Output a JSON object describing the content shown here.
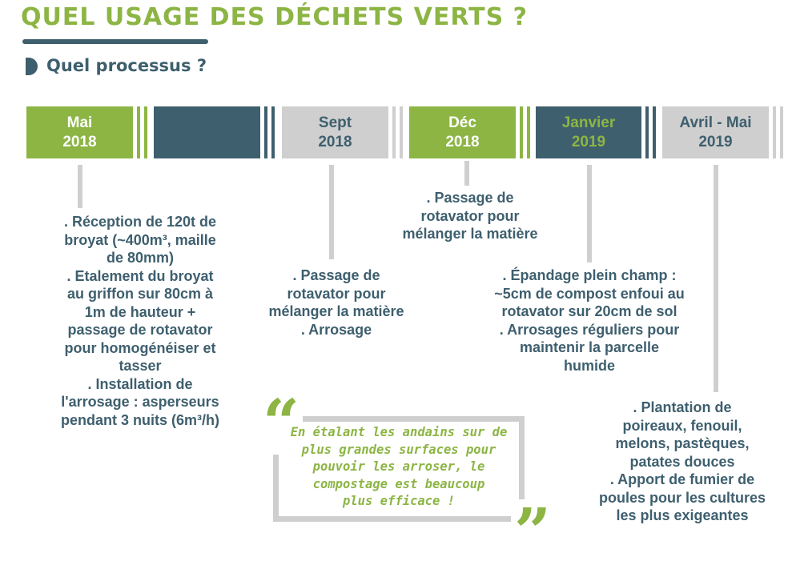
{
  "title": "QUEL USAGE DES DÉCHETS VERTS ?",
  "subtitle": "Quel processus ?",
  "timeline": [
    {
      "label": "Mai\n2018",
      "style": "green"
    },
    {
      "label": "",
      "style": "dark"
    },
    {
      "label": "Sept\n2018",
      "style": "gray"
    },
    {
      "label": "Déc\n2018",
      "style": "green"
    },
    {
      "label": "Janvier\n2019",
      "style": "dark"
    },
    {
      "label": "Avril - Mai\n2019",
      "style": "gray"
    }
  ],
  "events": {
    "mai_2018": [
      ". Réception de 120t de",
      "broyat (~400m³, maille",
      "de 80mm)",
      ". Etalement du broyat",
      "au griffon sur 80cm à",
      "1m de hauteur +",
      "passage de rotavator",
      "pour homogénéiser et",
      "tasser",
      ". Installation de",
      "l'arrosage : asperseurs",
      "pendant 3 nuits (6m³/h)"
    ],
    "sept_2018": [
      ". Passage de",
      "rotavator pour",
      "mélanger  la matière",
      ". Arrosage"
    ],
    "dec_2018": [
      ". Passage de",
      "rotavator pour",
      "mélanger  la matière"
    ],
    "janvier_2019": [
      ". Épandage plein champ :",
      "~5cm de compost enfoui au",
      "rotavator sur 20cm de sol",
      ". Arrosages réguliers pour",
      "maintenir la parcelle",
      "humide"
    ],
    "avril_mai_2019": [
      ". Plantation de",
      "poireaux, fenouil,",
      "melons, pastèques,",
      "patates douces",
      ". Apport de fumier de",
      "poules pour les cultures",
      "les plus exigeantes"
    ]
  },
  "quote": {
    "lines": [
      "En étalant les andains sur de",
      "plus grandes surfaces pour",
      "pouvoir les arroser, le",
      "compostage est beaucoup",
      "plus efficace !"
    ],
    "open_mark": "“",
    "close_mark": "”"
  },
  "colors": {
    "green": "#8cb544",
    "dark": "#3e5f6e",
    "gray": "#cfcfcf"
  }
}
